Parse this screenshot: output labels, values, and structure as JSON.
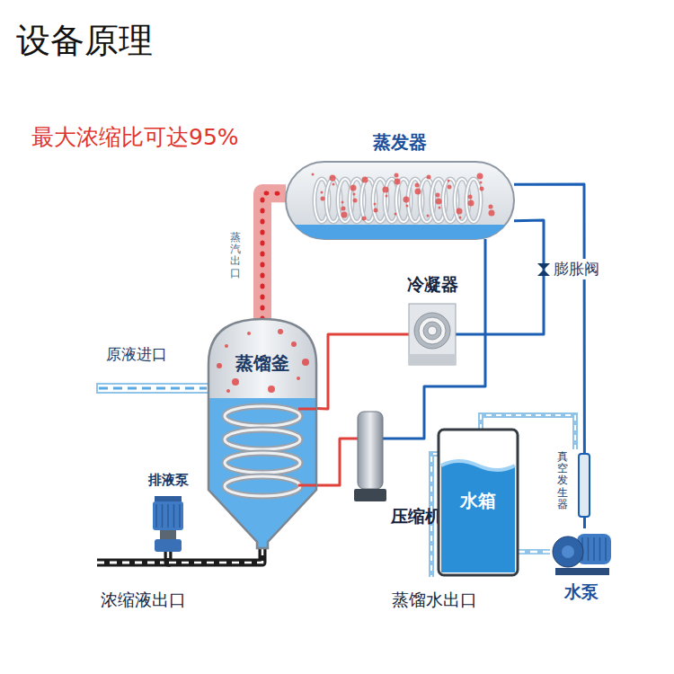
{
  "diagram": {
    "title": "设备原理",
    "nodes": [
      {
        "text": [
          "蒸发器"
        ]
      },
      {
        "text": [
          "冷凝器"
        ]
      },
      {
        "text": [
          "蒸馏釜"
        ]
      },
      {
        "text": [
          "排液泵"
        ]
      },
      {
        "text": [
          "压缩机"
        ]
      },
      {
        "text": [
          "水箱"
        ]
      },
      {
        "text": [
          "水泵"
        ]
      }
    ],
    "edges": [
      {
        "from": 2,
        "to": 0,
        "label": "蒸汽出口",
        "arrow": "none"
      },
      {
        "from": 4,
        "to": 2,
        "arrow": "none"
      },
      {
        "from": 2,
        "to": 1,
        "arrow": "none"
      },
      {
        "from": 1,
        "to": 0,
        "label": "膨胀阀",
        "arrow": "none"
      },
      {
        "from": 0,
        "to": 4,
        "arrow": "none"
      },
      {
        "from": 6,
        "to": 5,
        "arrow": "none"
      },
      {
        "from": 6,
        "to": 0,
        "label": "真空发生器",
        "arrow": "none"
      },
      {
        "from": 2,
        "to": 3,
        "arrow": "none"
      }
    ],
    "labels": [
      "最大浓缩比可达95%",
      "原液进口",
      "浓缩液出口",
      "蒸馏水出口"
    ]
  }
}
